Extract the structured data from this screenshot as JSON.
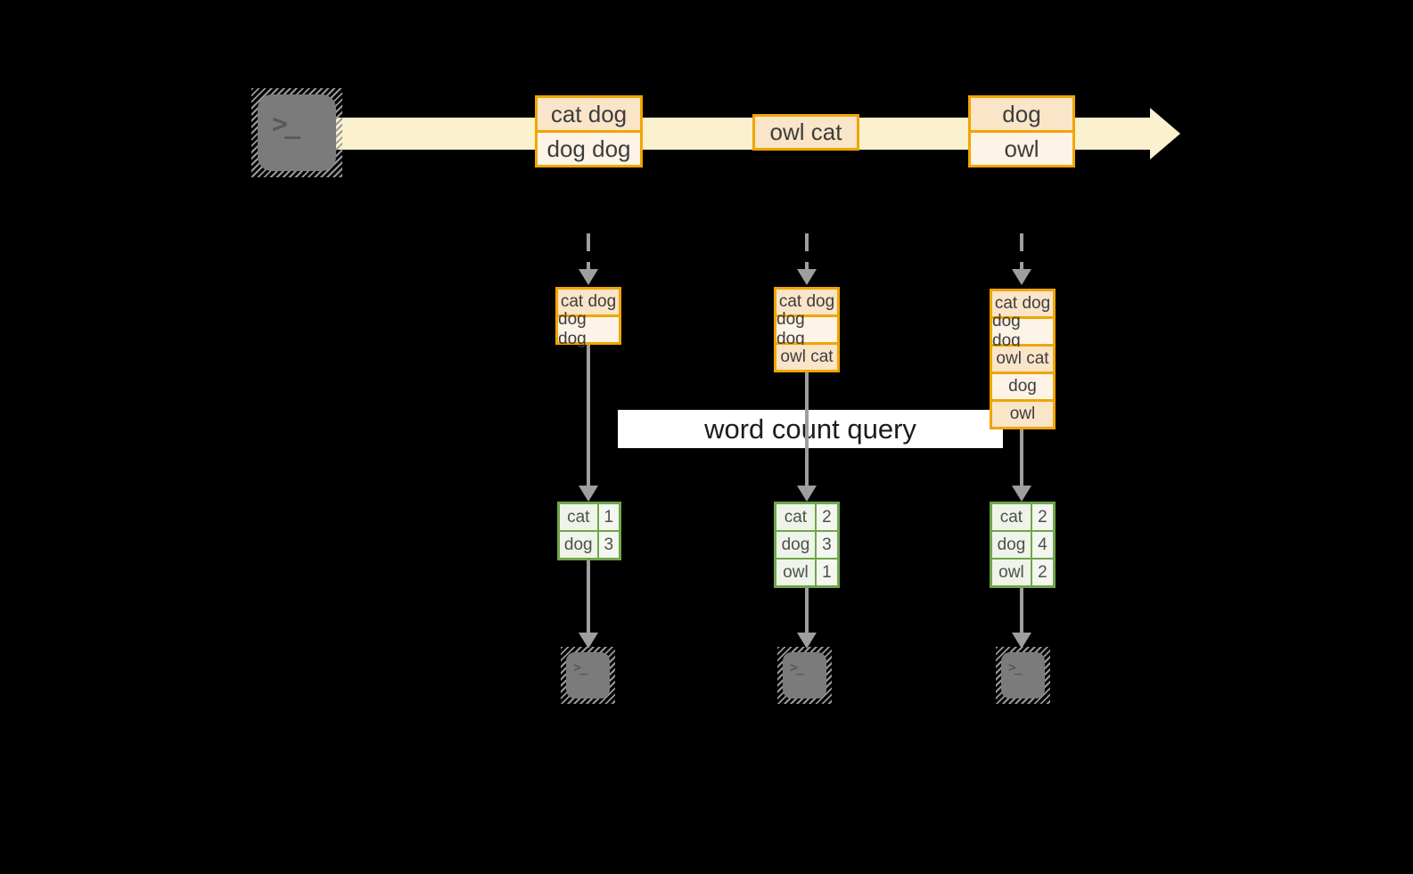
{
  "colors": {
    "background": "#000000",
    "stream_band": "#FCF1CE",
    "event_border": "#F0A500",
    "event_fill_dark": "#FAE5C9",
    "event_fill_light": "#FDF4E7",
    "table_border": "#6FA64C",
    "table_cell": "#EFF4E9",
    "arrow_gray": "#9E9E9E",
    "terminal_gray": "#7B7B7B",
    "label_bg": "#FFFFFF"
  },
  "source_terminal": {
    "glyph": ">_"
  },
  "stream": {
    "events": [
      {
        "rows": [
          "cat dog",
          "dog dog"
        ]
      },
      {
        "rows": [
          "owl cat"
        ]
      },
      {
        "rows": [
          "dog",
          "owl"
        ]
      }
    ]
  },
  "query_label": "word count query",
  "columns": [
    {
      "buffer": [
        "cat dog",
        "dog dog"
      ],
      "counts": {
        "rows": [
          {
            "word": "cat",
            "count": "1"
          },
          {
            "word": "dog",
            "count": "3"
          }
        ]
      },
      "terminal_glyph": ">_"
    },
    {
      "buffer": [
        "cat dog",
        "dog dog",
        "owl cat"
      ],
      "counts": {
        "rows": [
          {
            "word": "cat",
            "count": "2"
          },
          {
            "word": "dog",
            "count": "3"
          },
          {
            "word": "owl",
            "count": "1"
          }
        ]
      },
      "terminal_glyph": ">_"
    },
    {
      "buffer": [
        "cat dog",
        "dog dog",
        "owl cat",
        "dog",
        "owl"
      ],
      "counts": {
        "rows": [
          {
            "word": "cat",
            "count": "2"
          },
          {
            "word": "dog",
            "count": "4"
          },
          {
            "word": "owl",
            "count": "2"
          }
        ]
      },
      "terminal_glyph": ">_"
    }
  ]
}
